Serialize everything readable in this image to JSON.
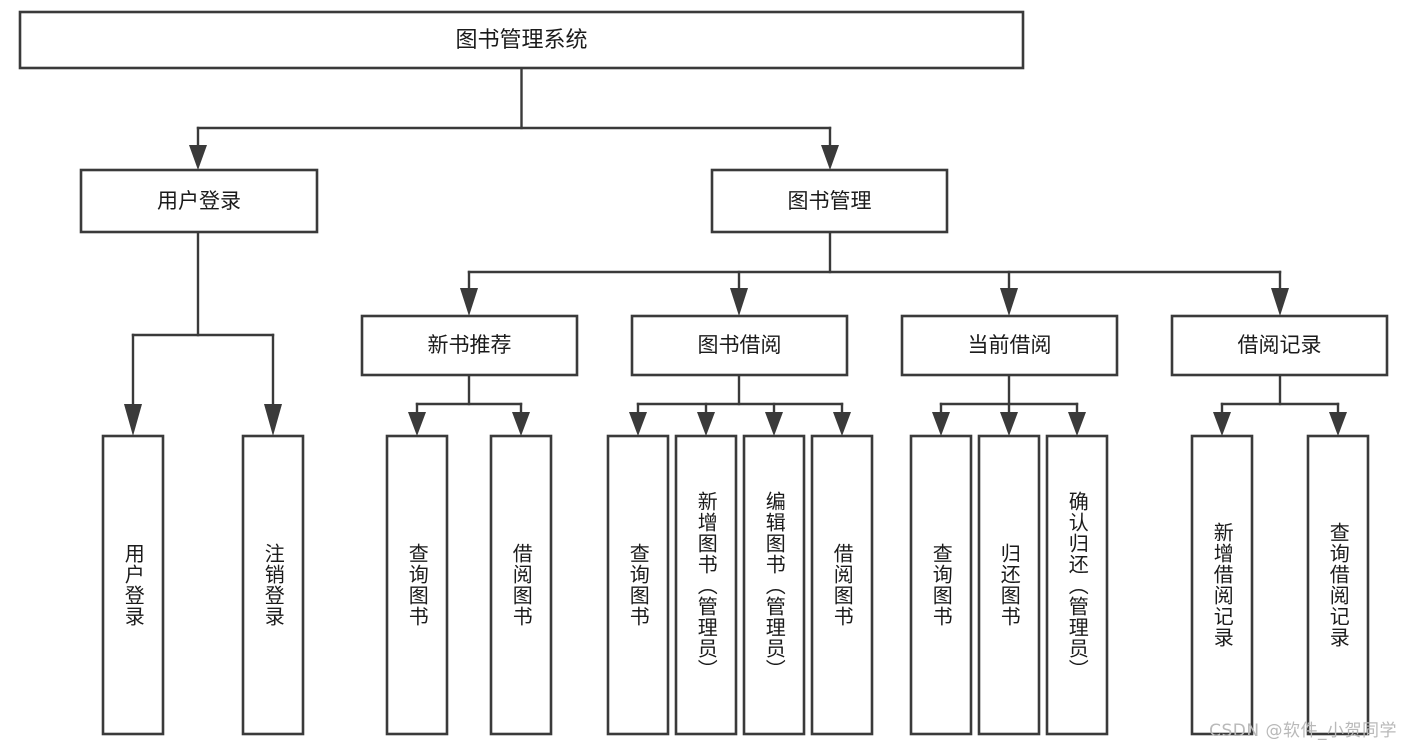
{
  "diagram": {
    "title": "图书管理系统",
    "type": "hierarchy-tree",
    "watermark": "CSDN @软件_小贺同学",
    "colors": {
      "box_stroke": "#3a3a3a",
      "box_fill": "#ffffff",
      "connector": "#3a3a3a",
      "text": "#1b1b1b",
      "watermark": "#b9b9b9",
      "background": "#ffffff"
    },
    "levels": {
      "root": {
        "label": "图书管理系统"
      },
      "level2": [
        {
          "label": "用户登录"
        },
        {
          "label": "图书管理"
        }
      ],
      "level3": [
        {
          "label": "新书推荐"
        },
        {
          "label": "图书借阅"
        },
        {
          "label": "当前借阅"
        },
        {
          "label": "借阅记录"
        }
      ],
      "leaves": {
        "user_login": [
          {
            "label": "用户登录"
          },
          {
            "label": "注销登录"
          }
        ],
        "new_book_recommend": [
          {
            "label": "查询图书"
          },
          {
            "label": "借阅图书"
          }
        ],
        "book_borrow": [
          {
            "label": "查询图书"
          },
          {
            "label": "新增图书（管理员）"
          },
          {
            "label": "编辑图书（管理员）"
          },
          {
            "label": "借阅图书"
          }
        ],
        "current_borrow": [
          {
            "label": "查询图书"
          },
          {
            "label": "归还图书"
          },
          {
            "label": "确认归还（管理员）"
          }
        ],
        "borrow_record": [
          {
            "label": "新增借阅记录"
          },
          {
            "label": "查询借阅记录"
          }
        ]
      }
    }
  }
}
